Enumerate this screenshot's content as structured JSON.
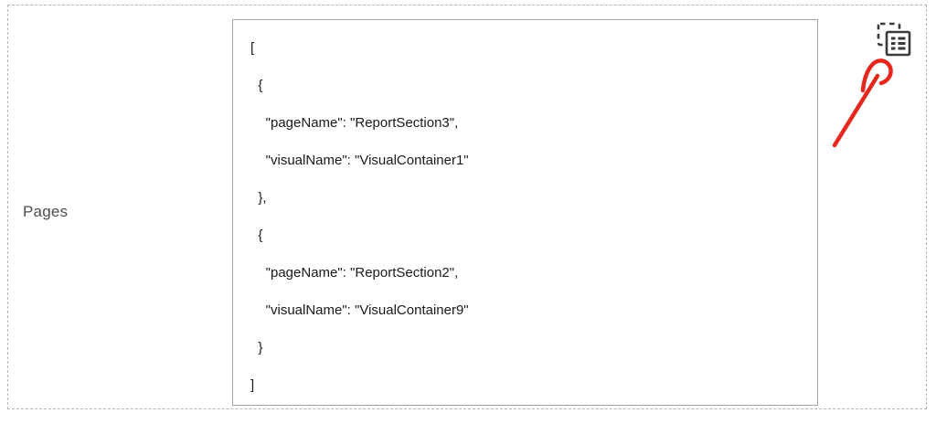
{
  "field": {
    "label": "Pages",
    "value": "[\n  {\n    \"pageName\": \"ReportSection3\",\n    \"visualName\": \"VisualContainer1\"\n  },\n  {\n    \"pageName\": \"ReportSection2\",\n    \"visualName\": \"VisualContainer9\"\n  }\n]",
    "value_parsed": [
      {
        "pageName": "ReportSection3",
        "visualName": "VisualContainer1"
      },
      {
        "pageName": "ReportSection2",
        "visualName": "VisualContainer9"
      }
    ]
  },
  "icons": {
    "array_toggle": "switch-to-input-entire-array-icon"
  },
  "annotations": {
    "arrow": {
      "type": "hand-drawn-arrow",
      "points_to": "array-toggle-icon",
      "color": "#e5271d"
    }
  },
  "colors": {
    "background": "#ffffff",
    "outer_dashed_border": "#b5b5b5",
    "value_box_border": "#a3a3a3",
    "value_text": "#1b1a19",
    "label_text": "#4e4c4a",
    "icon_stroke": "#3b3a39",
    "annotation_arrow": "#e5271d"
  }
}
